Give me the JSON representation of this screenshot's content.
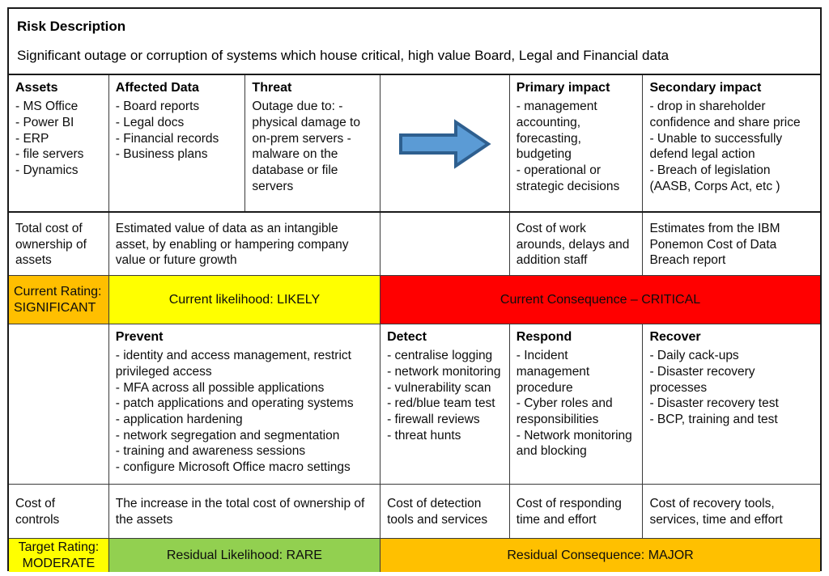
{
  "description": {
    "title": "Risk Description",
    "text": "Significant outage or corruption of systems which house critical, high value Board, Legal and Financial data"
  },
  "detail_row": {
    "assets": {
      "header": "Assets",
      "body": "- MS Office\n- Power BI\n- ERP\n- file servers\n- Dynamics"
    },
    "affected_data": {
      "header": "Affected Data",
      "body": "- Board reports\n- Legal docs\n- Financial records\n- Business plans"
    },
    "threat": {
      "header": "Threat",
      "body": "Outage due to:\n- physical damage to on-prem servers\n- malware on the database or file servers"
    },
    "arrow": {
      "icon": "right-arrow-icon",
      "fill": "#5B9BD5",
      "stroke": "#2E5F8F"
    },
    "primary_impact": {
      "header": "Primary impact",
      "body": " - management accounting, forecasting, budgeting\n- operational or strategic decisions"
    },
    "secondary_impact": {
      "header": "Secondary impact",
      "body": " - drop in shareholder confidence and share price\n - Unable to successfully defend legal action\n - Breach of legislation (AASB,  Corps Act, etc )"
    }
  },
  "tco_row": {
    "label": "Total cost of ownership of assets",
    "assets_value": "Estimated value of data as an intangible asset, by enabling or hampering company value or future growth",
    "blank": "",
    "primary_cost": "Cost of work arounds, delays and addition staff",
    "secondary_cost": "Estimates from the IBM Ponemon Cost of Data Breach report"
  },
  "current_rating_row": {
    "rating_label": "Current Rating: SIGNIFICANT",
    "rating_color": "#FFBF00",
    "likelihood": "Current likelihood: LIKELY",
    "likelihood_color": "#FFFF00",
    "consequence": "Current Consequence – CRITICAL",
    "consequence_color": "#FF0000"
  },
  "controls_row": {
    "blank": "",
    "prevent": {
      "header": "Prevent",
      "body": "- identity and access management, restrict privileged access\n- MFA across all possible applications\n- patch applications and operating systems\n- application hardening\n- network segregation and segmentation\n- training and awareness sessions\n- configure Microsoft Office macro settings"
    },
    "detect": {
      "header": "Detect",
      "body": "- centralise logging\n- network monitoring\n- vulnerability scan\n- red/blue team test\n- firewall reviews\n- threat hunts"
    },
    "respond": {
      "header": "Respond",
      "body": "- Incident management procedure\n- Cyber roles and responsibilities\n- Network monitoring and blocking"
    },
    "recover": {
      "header": "Recover",
      "body": " - Daily cack-ups\n - Disaster recovery processes\n - Disaster recovery test\n - BCP, training and test"
    }
  },
  "cost_of_controls_row": {
    "label": "Cost of controls",
    "prevent_cost": "The increase in the total cost of ownership of the assets",
    "detect_cost": "Cost of detection tools and services",
    "respond_cost": "Cost of responding time and effort",
    "recover_cost": "Cost of recovery tools, services, time and effort"
  },
  "target_rating_row": {
    "rating_label_line1": "Target Rating:",
    "rating_label_line2": "MODERATE",
    "rating_color": "#FFFF00",
    "likelihood": "Residual Likelihood: RARE",
    "likelihood_color": "#92D050",
    "consequence": "Residual Consequence: MAJOR",
    "consequence_color": "#FFC000"
  }
}
